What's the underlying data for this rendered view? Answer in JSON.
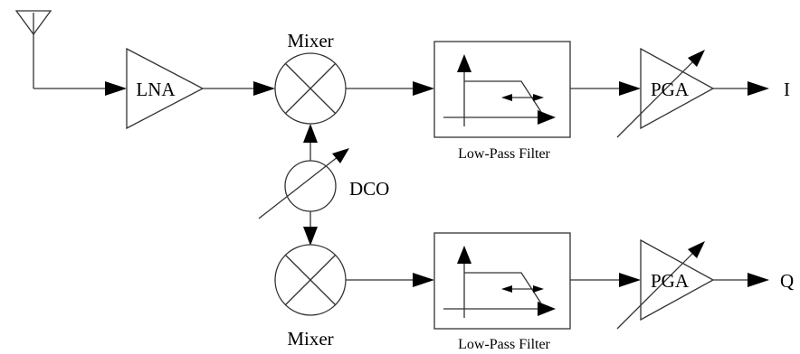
{
  "blocks": {
    "lna": "LNA",
    "mixer_top": "Mixer",
    "mixer_bottom": "Mixer",
    "dco": "DCO",
    "lpf_top": "Low-Pass Filter",
    "lpf_bottom": "Low-Pass Filter",
    "pga_top": "PGA",
    "pga_bottom": "PGA"
  },
  "outputs": {
    "i": "I",
    "q": "Q"
  }
}
